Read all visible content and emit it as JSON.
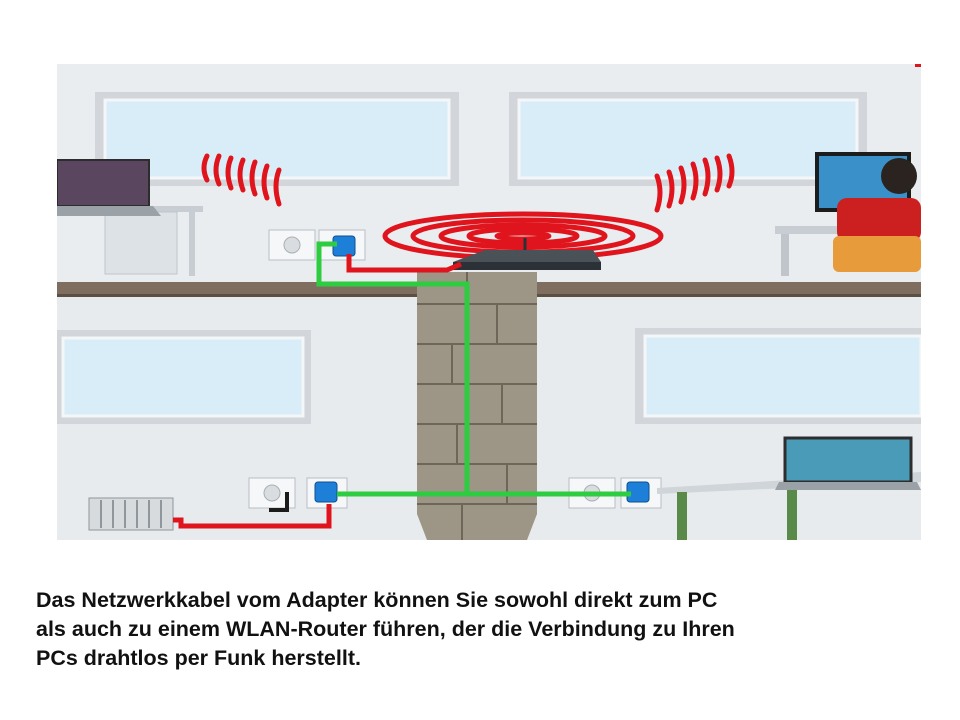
{
  "caption": {
    "line1": "Das Netzwerkkabel vom Adapter können Sie sowohl direkt zum PC",
    "line2": "als auch zu einem WLAN-Router führen, der die Verbindung zu Ihren",
    "line3": "PCs drahtlos per Funk herstellt."
  },
  "colors": {
    "wall": "#e9ecef",
    "window_frame": "#d0d4d8",
    "window_glass": "#d6ecf8",
    "floor_slab": "#7f6e5f",
    "stone_column": "#9c9484",
    "ethernet_cable": "#2ecc40",
    "power_cable": "#e0141c",
    "adapter": "#1e7fd8",
    "wifi_signal": "#e0141c",
    "router": "#333a40"
  }
}
